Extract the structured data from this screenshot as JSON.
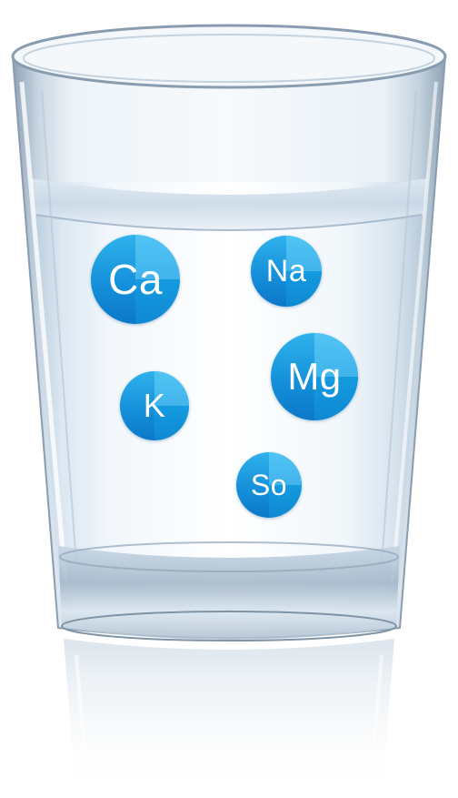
{
  "ions": [
    {
      "id": "ca",
      "symbol": "Ca"
    },
    {
      "id": "na",
      "symbol": "Na"
    },
    {
      "id": "mg",
      "symbol": "Mg"
    },
    {
      "id": "k",
      "symbol": "K"
    },
    {
      "id": "so",
      "symbol": "So"
    }
  ],
  "colors": {
    "ion_fill": "#1590da",
    "water_tint": "#dbe9f4",
    "glass_edge": "#7f93a6",
    "background": "#ffffff"
  }
}
